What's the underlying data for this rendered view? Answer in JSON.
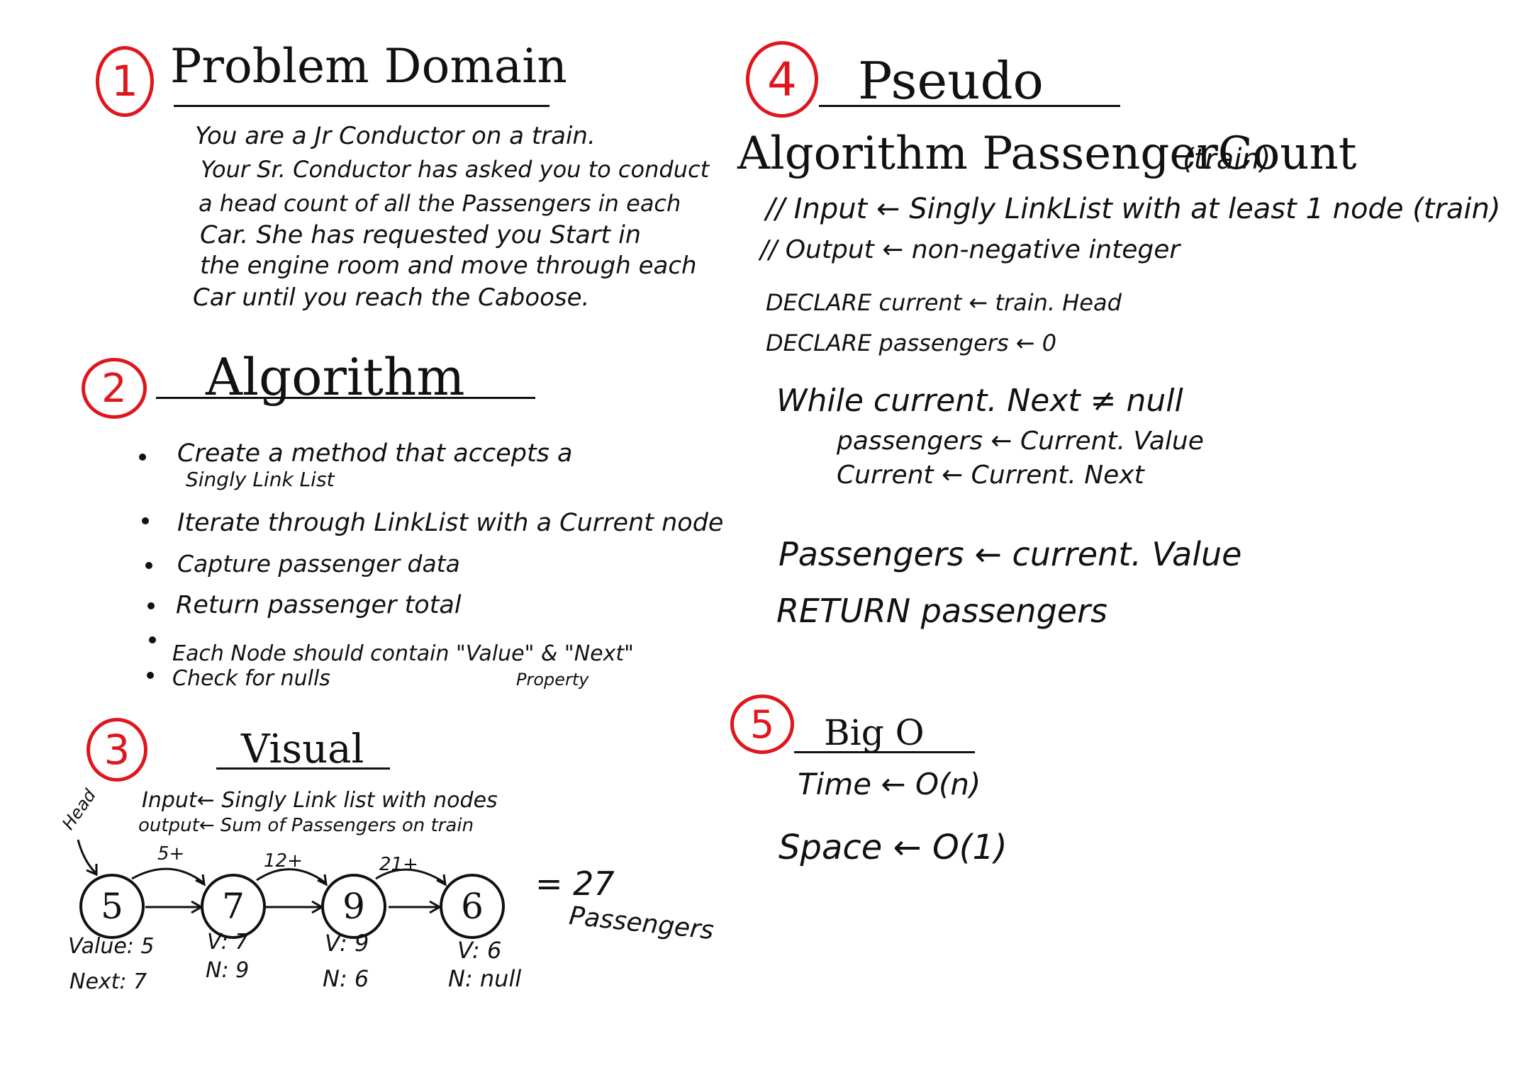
{
  "s1": {
    "num": "1",
    "title": "Problem Domain",
    "lines": [
      "You are a Jr Conductor on a train.",
      "Your Sr. Conductor has asked you to conduct",
      "a head count of all the Passengers in each",
      "Car. She has requested you Start in",
      "the engine room and move through each",
      "Car until you reach the Caboose."
    ]
  },
  "s2": {
    "num": "2",
    "title": "Algorithm",
    "b1a": "Create a method that accepts a",
    "b1b": "Singly Link List",
    "b2": "Iterate through LinkList with a Current node",
    "b3": "Capture passenger data",
    "b4": "Return passenger total",
    "b5": "Each Node should contain \"Value\" & \"Next\"",
    "b5note": "Property",
    "b6": "Check for nulls"
  },
  "s3": {
    "num": "3",
    "title": "Visual",
    "input": "Input← Singly Link list with nodes",
    "output": "output← Sum of Passengers on train",
    "head": "Head",
    "nodes": [
      "5",
      "7",
      "9",
      "6"
    ],
    "sums": [
      "5+",
      "12+",
      "21+"
    ],
    "eq": "= 27",
    "eq2": "Passengers",
    "n1v": "Value: 5",
    "n1n": "Next: 7",
    "n2v": "V: 7",
    "n2n": "N: 9",
    "n3v": "V: 9",
    "n3n": "N: 6",
    "n4v": "V: 6",
    "n4n": "N: null"
  },
  "s4": {
    "num": "4",
    "title": "Pseudo",
    "alg": "Algorithm PassengerCount",
    "algArg": "(train)",
    "input": "// Input ← Singly LinkList with at least 1 node (train)",
    "output": "// Output ← non-negative integer",
    "d1": "DECLARE current ← train. Head",
    "d2": "DECLARE passengers ← 0",
    "w": "While current. Next ≠ null",
    "w1": "passengers ← Current. Value",
    "w2": "Current ← Current. Next",
    "p": "Passengers ← current. Value",
    "r": "RETURN passengers"
  },
  "s5": {
    "num": "5",
    "title": "Big O",
    "time": "Time ← O(n)",
    "space": "Space ← O(1)"
  },
  "colors": {
    "red": "#e0161e",
    "ink": "#111111"
  }
}
